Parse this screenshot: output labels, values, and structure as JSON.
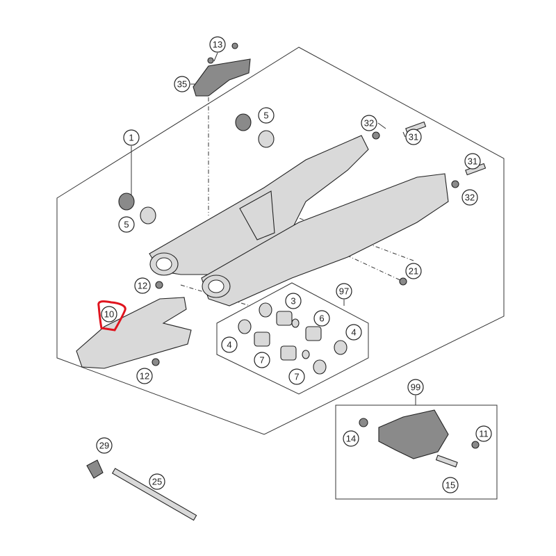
{
  "diagram": {
    "title": "Swingarm exploded parts diagram",
    "highlight_color": "#e0141e",
    "highlighted_part": "10",
    "callouts": [
      "13",
      "35",
      "5",
      "1",
      "32",
      "31",
      "31",
      "32",
      "5",
      "21",
      "12",
      "97",
      "3",
      "10",
      "6",
      "4",
      "4",
      "7",
      "12",
      "7",
      "99",
      "11",
      "14",
      "29",
      "15",
      "25"
    ]
  }
}
